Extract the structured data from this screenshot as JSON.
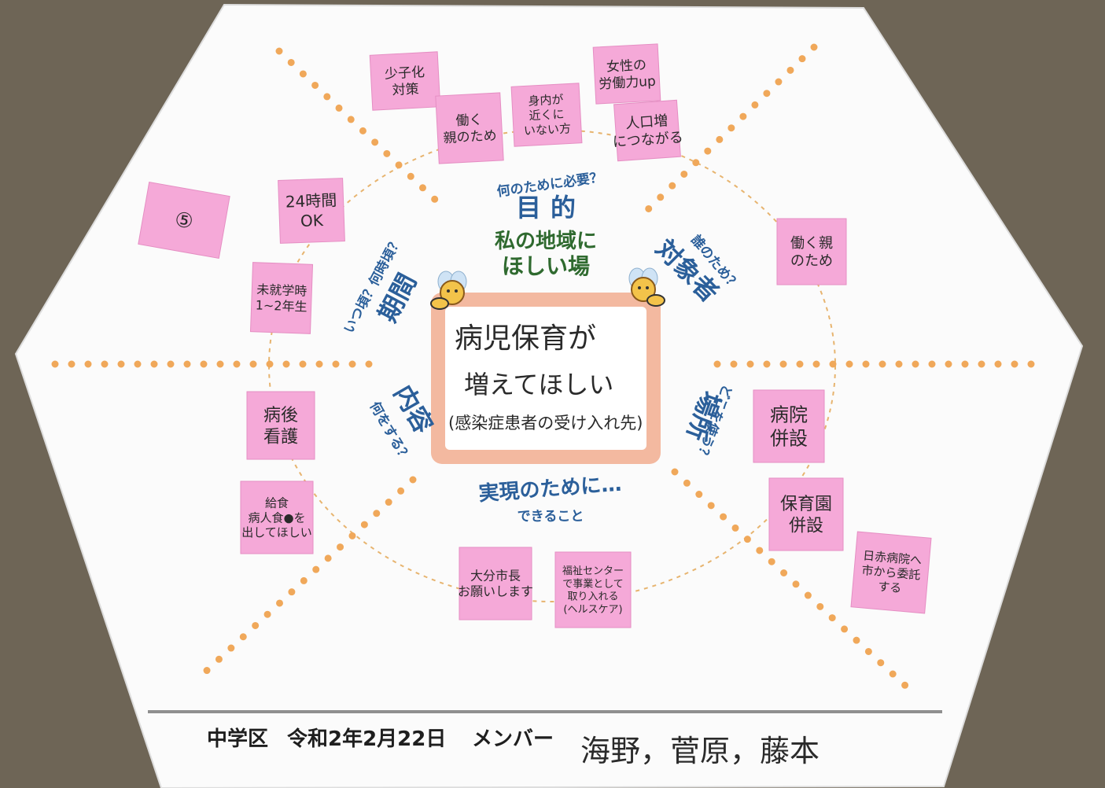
{
  "center": {
    "header_line1": "私の地域に",
    "header_line2": "ほしい場",
    "frame_line1": "病児保育が",
    "frame_line2": "増えてほしい",
    "frame_line3": "(感染症患者の受け入れ先)"
  },
  "sections": {
    "purpose": {
      "title": "目的",
      "question": "何のために必要？"
    },
    "target": {
      "title": "対象者",
      "question": "誰のため？"
    },
    "period": {
      "title": "期間",
      "question": "いつ頃？何時頃？"
    },
    "content": {
      "title": "内容",
      "question": "何をする？"
    },
    "location": {
      "title": "場所",
      "question": "どこを使う？"
    },
    "realize": {
      "title": "実現のために…",
      "sub": "できること"
    }
  },
  "notes": [
    {
      "lines": [
        "少子化",
        "対策"
      ]
    },
    {
      "lines": [
        "働く",
        "親のため"
      ]
    },
    {
      "lines": [
        "身内が",
        "近くに",
        "いない方"
      ]
    },
    {
      "lines": [
        "女性の",
        "労働力up"
      ]
    },
    {
      "lines": [
        "人口増",
        "につながる"
      ]
    },
    {
      "lines": [
        "⑤"
      ]
    },
    {
      "lines": [
        "24時間",
        "OK"
      ]
    },
    {
      "lines": [
        "未就学時",
        "1~2年生"
      ]
    },
    {
      "lines": [
        "働く親",
        "のため"
      ]
    },
    {
      "lines": [
        "病後",
        "看護"
      ]
    },
    {
      "lines": [
        "給食",
        "病人食●を",
        "出してほしい"
      ]
    },
    {
      "lines": [
        "病院",
        "併設"
      ]
    },
    {
      "lines": [
        "保育園",
        "併設"
      ]
    },
    {
      "lines": [
        "日赤病院へ",
        "市から委託",
        "する"
      ]
    },
    {
      "lines": [
        "大分市長",
        "お願いします"
      ]
    },
    {
      "lines": [
        "福祉センター",
        "で事業として",
        "取り入れる",
        "(ヘルスケア)"
      ]
    }
  ],
  "footer": {
    "district": "中学区",
    "date": "令和2年2月22日",
    "members_label": "メンバー",
    "members": "海野，菅原，藤本"
  },
  "colors": {
    "note_pink": "#f5a9d8",
    "dot_orange": "#f0a85a",
    "title_blue": "#2b5f9a",
    "title_green": "#2f6a2f",
    "frame_peach": "#f3b9a0"
  }
}
